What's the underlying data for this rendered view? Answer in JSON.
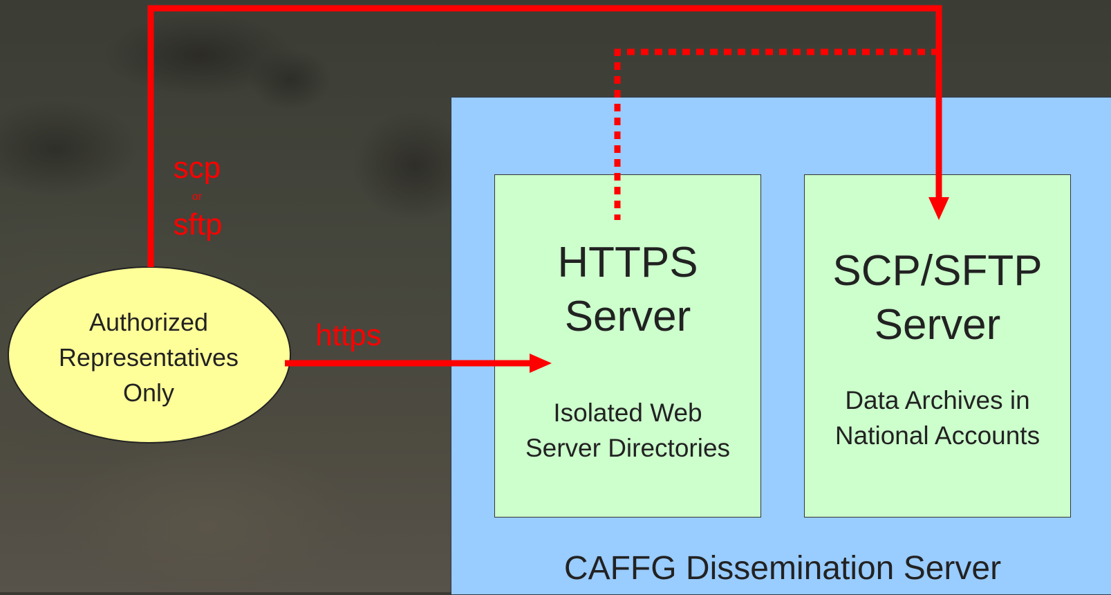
{
  "colors": {
    "server_background": "#99ccff",
    "inner_server_background": "#ccffcc",
    "client_ellipse": "#ffff99",
    "connection_line": "#ff0000"
  },
  "client": {
    "label": "Authorized\nRepresentatives\nOnly"
  },
  "dissemination_server": {
    "label": "CAFFG Dissemination Server"
  },
  "https_server": {
    "title": "HTTPS\nServer",
    "subtitle": "Isolated Web\nServer Directories"
  },
  "scp_server": {
    "title": "SCP/SFTP\nServer",
    "subtitle": "Data Archives in\nNational Accounts"
  },
  "connections": {
    "scp_label": "scp",
    "or_label": "or",
    "sftp_label": "sftp",
    "https_label": "https"
  }
}
